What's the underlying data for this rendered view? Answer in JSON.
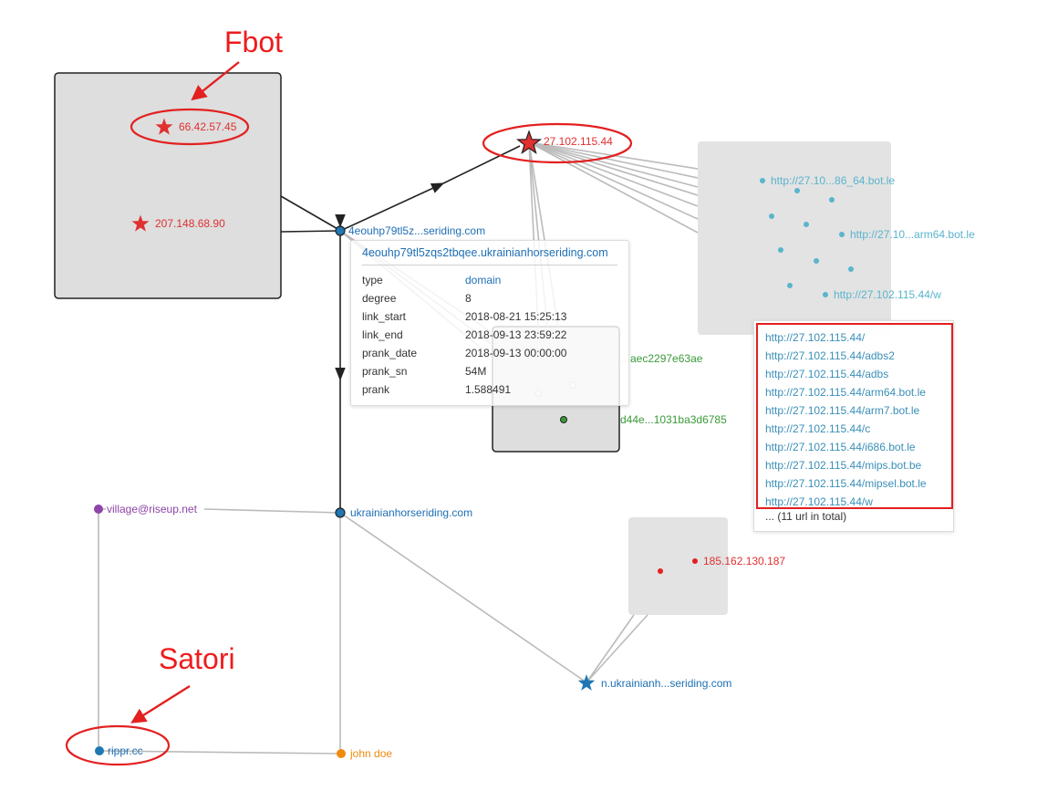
{
  "annotations": {
    "fbot": "Fbot",
    "satori": "Satori"
  },
  "nodes": {
    "ip_66": "66.42.57.45",
    "ip_207": "207.148.68.90",
    "ip_27": "27.102.115.44",
    "domain_4eou": "4eouhp79tl5z...seriding.com",
    "url_x86": "http://27.10...86_64.bot.le",
    "url_arm64": "http://27.10...arm64.bot.le",
    "url_w": "http://27.102.115.44/w",
    "hash_aec": "...aec2297e63ae",
    "hash_d44": "d44e...1031ba3d6785",
    "domain_ukr": "ukrainianhorseriding.com",
    "email_village": "village@riseup.net",
    "ip_185": "185.162.130.187",
    "domain_n_ukr": "n.ukrainianh...seriding.com",
    "domain_rippr": "rippr.cc",
    "person_john": "john doe"
  },
  "tooltip": {
    "title": "4eouhp79tl5zqs2tbqee.ukrainianhorseriding.com",
    "rows": [
      {
        "key": "type",
        "value": "domain"
      },
      {
        "key": "degree",
        "value": "8"
      },
      {
        "key": "link_start",
        "value": "2018-08-21 15:25:13"
      },
      {
        "key": "link_end",
        "value": "2018-09-13 23:59:22"
      },
      {
        "key": "prank_date",
        "value": "2018-09-13 00:00:00"
      },
      {
        "key": "prank_sn",
        "value": "54M"
      },
      {
        "key": "prank",
        "value": "1.588491"
      }
    ]
  },
  "url_list": {
    "urls": [
      "http://27.102.115.44/",
      "http://27.102.115.44/adbs2",
      "http://27.102.115.44/adbs",
      "http://27.102.115.44/arm64.bot.le",
      "http://27.102.115.44/arm7.bot.le",
      "http://27.102.115.44/c",
      "http://27.102.115.44/i686.bot.le",
      "http://27.102.115.44/mips.bot.be",
      "http://27.102.115.44/mipsel.bot.le",
      "http://27.102.115.44/w"
    ],
    "footer": "... (11 url in total)"
  },
  "colors": {
    "ip": "#e03030",
    "domain": "#1f77b4",
    "url": "#5ab4cc",
    "hash": "#3a9a3a",
    "email": "#8e44a8",
    "person": "#f08a0c",
    "group_fill": "#dedede",
    "edge": "#b8b8b8",
    "edge_dark": "#222222",
    "annotation": "#ee1c1c"
  }
}
